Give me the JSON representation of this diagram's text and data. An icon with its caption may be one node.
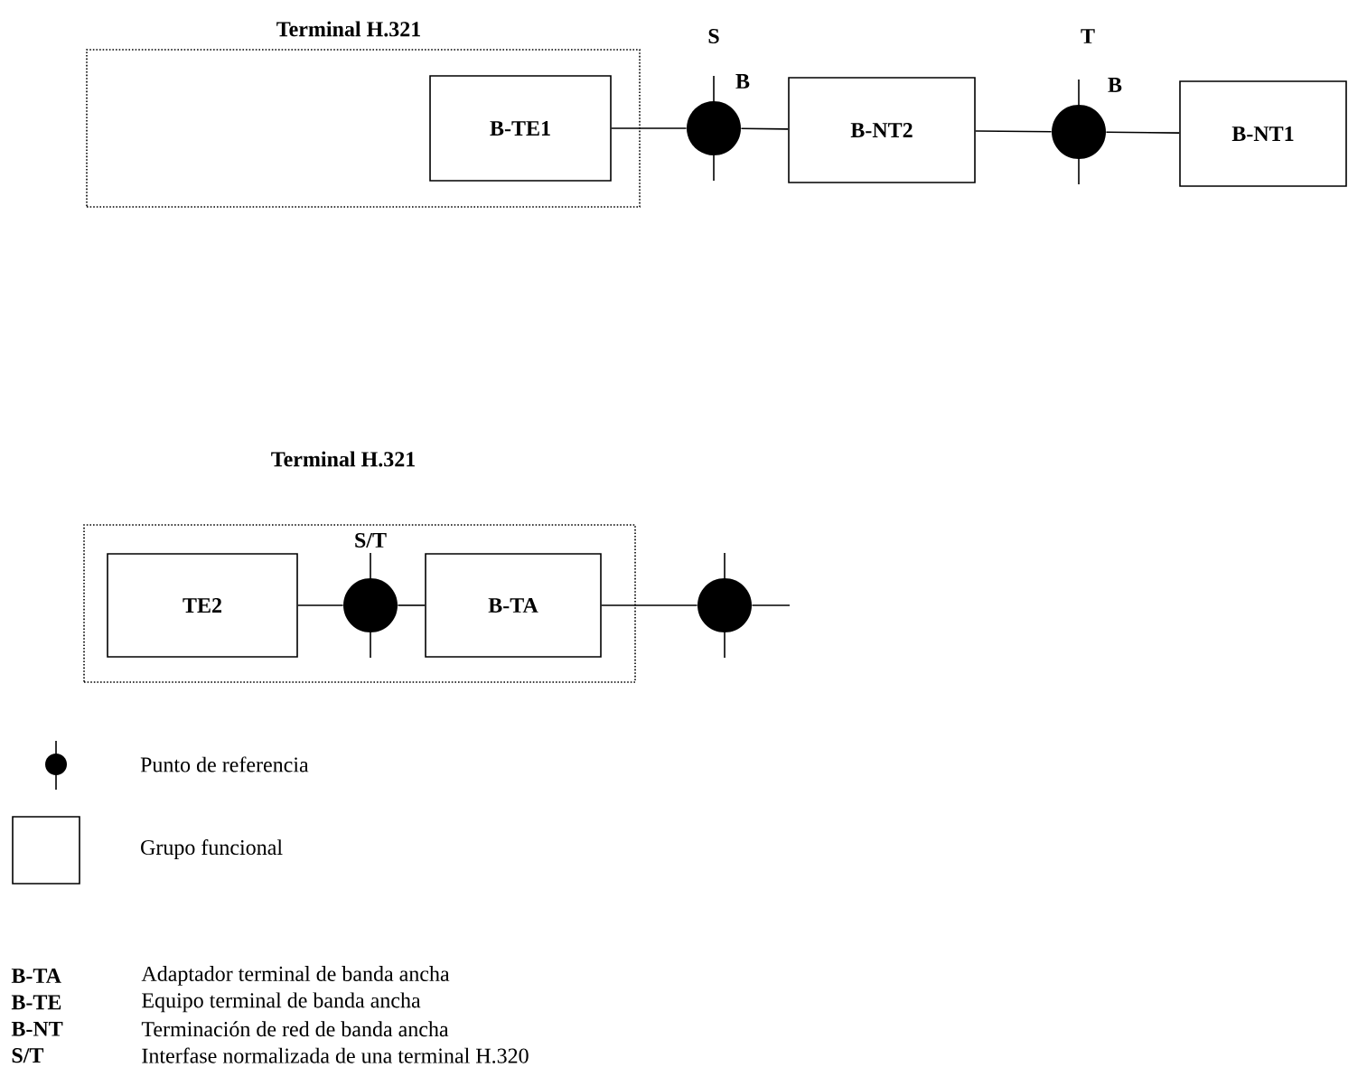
{
  "diagram": {
    "nodes": [
      {
        "text": [
          "Terminal H.321"
        ]
      },
      {
        "text": [
          "B-TE1"
        ],
        "in": 0
      },
      {
        "text": [],
        "shape": "circle",
        "beside": [
          "S",
          "B"
        ]
      },
      {
        "text": [
          "B-NT2"
        ]
      },
      {
        "text": [],
        "shape": "circle",
        "beside": [
          "T",
          "B"
        ]
      },
      {
        "text": [
          "B-NT1"
        ]
      },
      {
        "text": [
          "Terminal H.321"
        ]
      },
      {
        "text": [
          "TE2"
        ],
        "in": 6
      },
      {
        "text": [],
        "shape": "circle",
        "beside": [
          "S/T"
        ],
        "in": 6
      },
      {
        "text": [
          "B-TA"
        ],
        "in": 6
      },
      {
        "text": [],
        "shape": "circle"
      }
    ],
    "edges": [
      {
        "from": 1,
        "to": 2,
        "arrow": "none"
      },
      {
        "from": 2,
        "to": 3,
        "arrow": "none"
      },
      {
        "from": 3,
        "to": 4,
        "arrow": "none"
      },
      {
        "from": 4,
        "to": 5,
        "arrow": "none"
      },
      {
        "from": 7,
        "to": 8,
        "arrow": "none"
      },
      {
        "from": 8,
        "to": 9,
        "arrow": "none"
      },
      {
        "from": 9,
        "to": 10,
        "arrow": "none"
      },
      {
        "from": 10,
        "to": null,
        "arrow": "none"
      }
    ],
    "labels": [
      "B-TA",
      "Adaptador terminal de banda ancha",
      "B-TE",
      "Equipo terminal de banda ancha",
      "B-NT",
      "Terminación de red de banda ancha",
      "S/T",
      "Interfase normalizada de una terminal H.320"
    ],
    "legend": [
      {
        "text": "Punto de referencia"
      },
      {
        "text": "Grupo funcional"
      }
    ]
  }
}
